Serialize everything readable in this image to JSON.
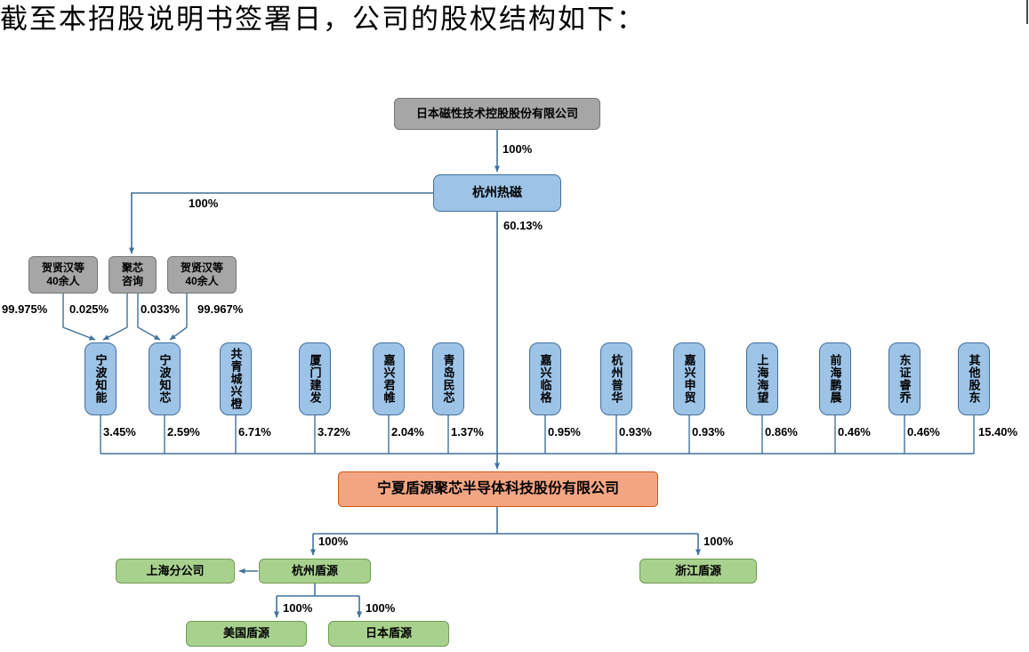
{
  "page": {
    "heading": "截至本招股说明书签署日，公司的股权结构如下："
  },
  "diagram": {
    "parent_company": {
      "name": "日本磁性技术控股股份有限公司",
      "ownership_in_hangzhou_remag": "100%"
    },
    "hangzhou_remag": {
      "name": "杭州热磁",
      "ownership_in_juxin_zixun": "100%",
      "ownership_in_issuer": "60.13%"
    },
    "holder_boxes": [
      {
        "name": "贺贤汉等\n40余人"
      },
      {
        "name": "聚芯\n咨询"
      },
      {
        "name": "贺贤汉等\n40余人"
      }
    ],
    "upper_ownership_labels": [
      "99.975%",
      "0.025%",
      "0.033%",
      "99.967%"
    ],
    "shareholders": [
      {
        "name": "宁波知能",
        "percent": "3.45%"
      },
      {
        "name": "宁波知芯",
        "percent": "2.59%"
      },
      {
        "name": "共青城兴橙",
        "percent": "6.71%"
      },
      {
        "name": "厦门建发",
        "percent": "3.72%"
      },
      {
        "name": "嘉兴君帷",
        "percent": "2.04%"
      },
      {
        "name": "青岛民芯",
        "percent": "1.37%"
      },
      {
        "name": "嘉兴临格",
        "percent": "0.95%"
      },
      {
        "name": "杭州普华",
        "percent": "0.93%"
      },
      {
        "name": "嘉兴申贸",
        "percent": "0.93%"
      },
      {
        "name": "上海海望",
        "percent": "0.86%"
      },
      {
        "name": "前海鹏晨",
        "percent": "0.46%"
      },
      {
        "name": "东证睿乔",
        "percent": "0.46%"
      },
      {
        "name": "其他股东",
        "percent": "15.40%"
      }
    ],
    "issuer": {
      "name": "宁夏盾源聚芯半导体科技股份有限公司"
    },
    "subsidiaries": {
      "hangzhou": {
        "name": "杭州盾源",
        "ownership": "100%"
      },
      "zhejiang": {
        "name": "浙江盾源",
        "ownership": "100%"
      },
      "shanghai_branch": {
        "name": "上海分公司"
      },
      "usa": {
        "name": "美国盾源",
        "ownership": "100%"
      },
      "japan": {
        "name": "日本盾源",
        "ownership": "100%"
      }
    },
    "colors": {
      "gray_node": "#a6a6a6",
      "blue_node": "#9dc3e6",
      "orange_node": "#f4a582",
      "green_node": "#a9d18e",
      "connector": "#41719c"
    }
  }
}
